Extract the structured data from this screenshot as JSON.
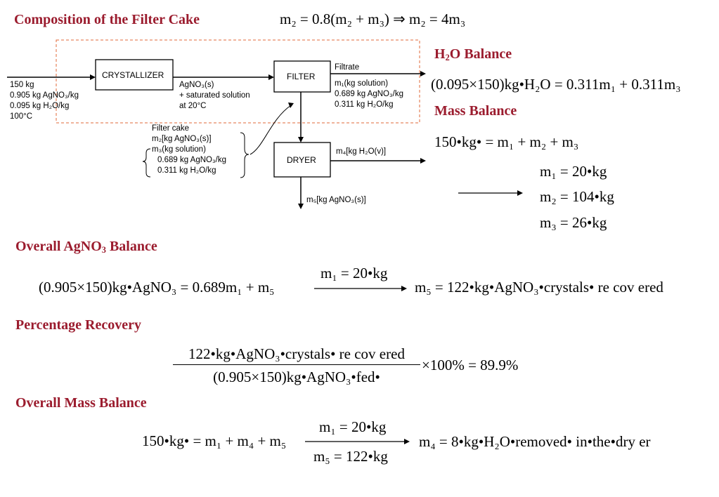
{
  "headings": {
    "composition": "Composition of the Filter Cake",
    "h2o_balance_pre": "H",
    "h2o_balance_sub": "2",
    "h2o_balance_post": "O Balance",
    "mass_balance": "Mass Balance",
    "agno3_pre": "Overall AgNO",
    "agno3_sub": "3",
    "agno3_post": " Balance",
    "recovery": "Percentage Recovery",
    "overall_mass": "Overall Mass Balance"
  },
  "equations": {
    "composition": "m₂ = 0.8(m₂ + m₃) ⇒ m₂ = 4m₃",
    "h2o": "(0.095×150)kg•H₂O = 0.311m₁ + 0.311m₃",
    "mass": "150•kg• = m₁ + m₂ + m₃",
    "m1": "m₁ = 20•kg",
    "m2": "m₂ = 104•kg",
    "m3": "m₃ = 26•kg",
    "agno3_left": "(0.905×150)kg•AgNO₃ = 0.689m₁ + m₅",
    "agno3_arrow_label": "m₁ = 20•kg",
    "agno3_right": "m₅ = 122•kg•AgNO₃•crystals•  re cov ered",
    "recovery_num": "122•kg•AgNO₃•crystals•  re cov ered",
    "recovery_den": "(0.905×150)kg•AgNO₃•fed•",
    "recovery_tail": "×100% = 89.9%",
    "overall_left": "150•kg• = m₁ + m₄ + m₅",
    "overall_arrow_top": "m₁ = 20•kg",
    "overall_arrow_bottom": "m₅ = 122•kg",
    "overall_right": "m₄ = 8•kg•H₂O•removed•  in•the•dry   er"
  },
  "diagram": {
    "crystallizer": "CRYSTALLIZER",
    "filter": "FILTER",
    "dryer": "DRYER",
    "feed": [
      "150 kg",
      "0.905 kg AgNO₃/kg",
      "0.095 kg H₂O/kg",
      "100°C"
    ],
    "cryst_out": [
      "AgNO₃(s)",
      "+ saturated solution",
      "at 20°C"
    ],
    "filtrate_title": "Filtrate",
    "filtrate": [
      "m₁(kg solution)",
      "0.689 kg AgNO₃/kg",
      "0.311 kg H₂O/kg"
    ],
    "filter_cake": [
      "Filter cake",
      "m₂[kg AgNO₃(s)]",
      "m₃(kg solution)",
      "0.689 kg AgNO₃/kg",
      "0.311 kg H₂O/kg"
    ],
    "vapor": "m₄[kg H₂O(v)]",
    "crystals": "m₅[kg AgNO₃(s)]"
  }
}
